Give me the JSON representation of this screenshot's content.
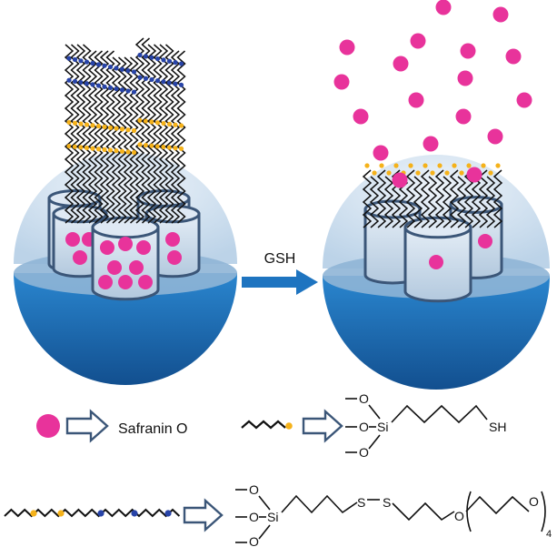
{
  "arrow_label": "GSH",
  "legend": {
    "dye_name": "Safranin O"
  },
  "formulas": {
    "methoxy": "O",
    "silicon": "Si",
    "thiol": "SH",
    "sulfur": "S",
    "ether_o": "O",
    "repeat_n": "4"
  },
  "colors": {
    "dye": "#e8339b",
    "shell_dark": "#1a6fb5",
    "shell_light": "#cfe0ef",
    "pore_outline": "#3b5678",
    "thiol_bead": "#f5b21a",
    "peg_bead": "#2844a8",
    "arrow": "#1e74c0"
  }
}
